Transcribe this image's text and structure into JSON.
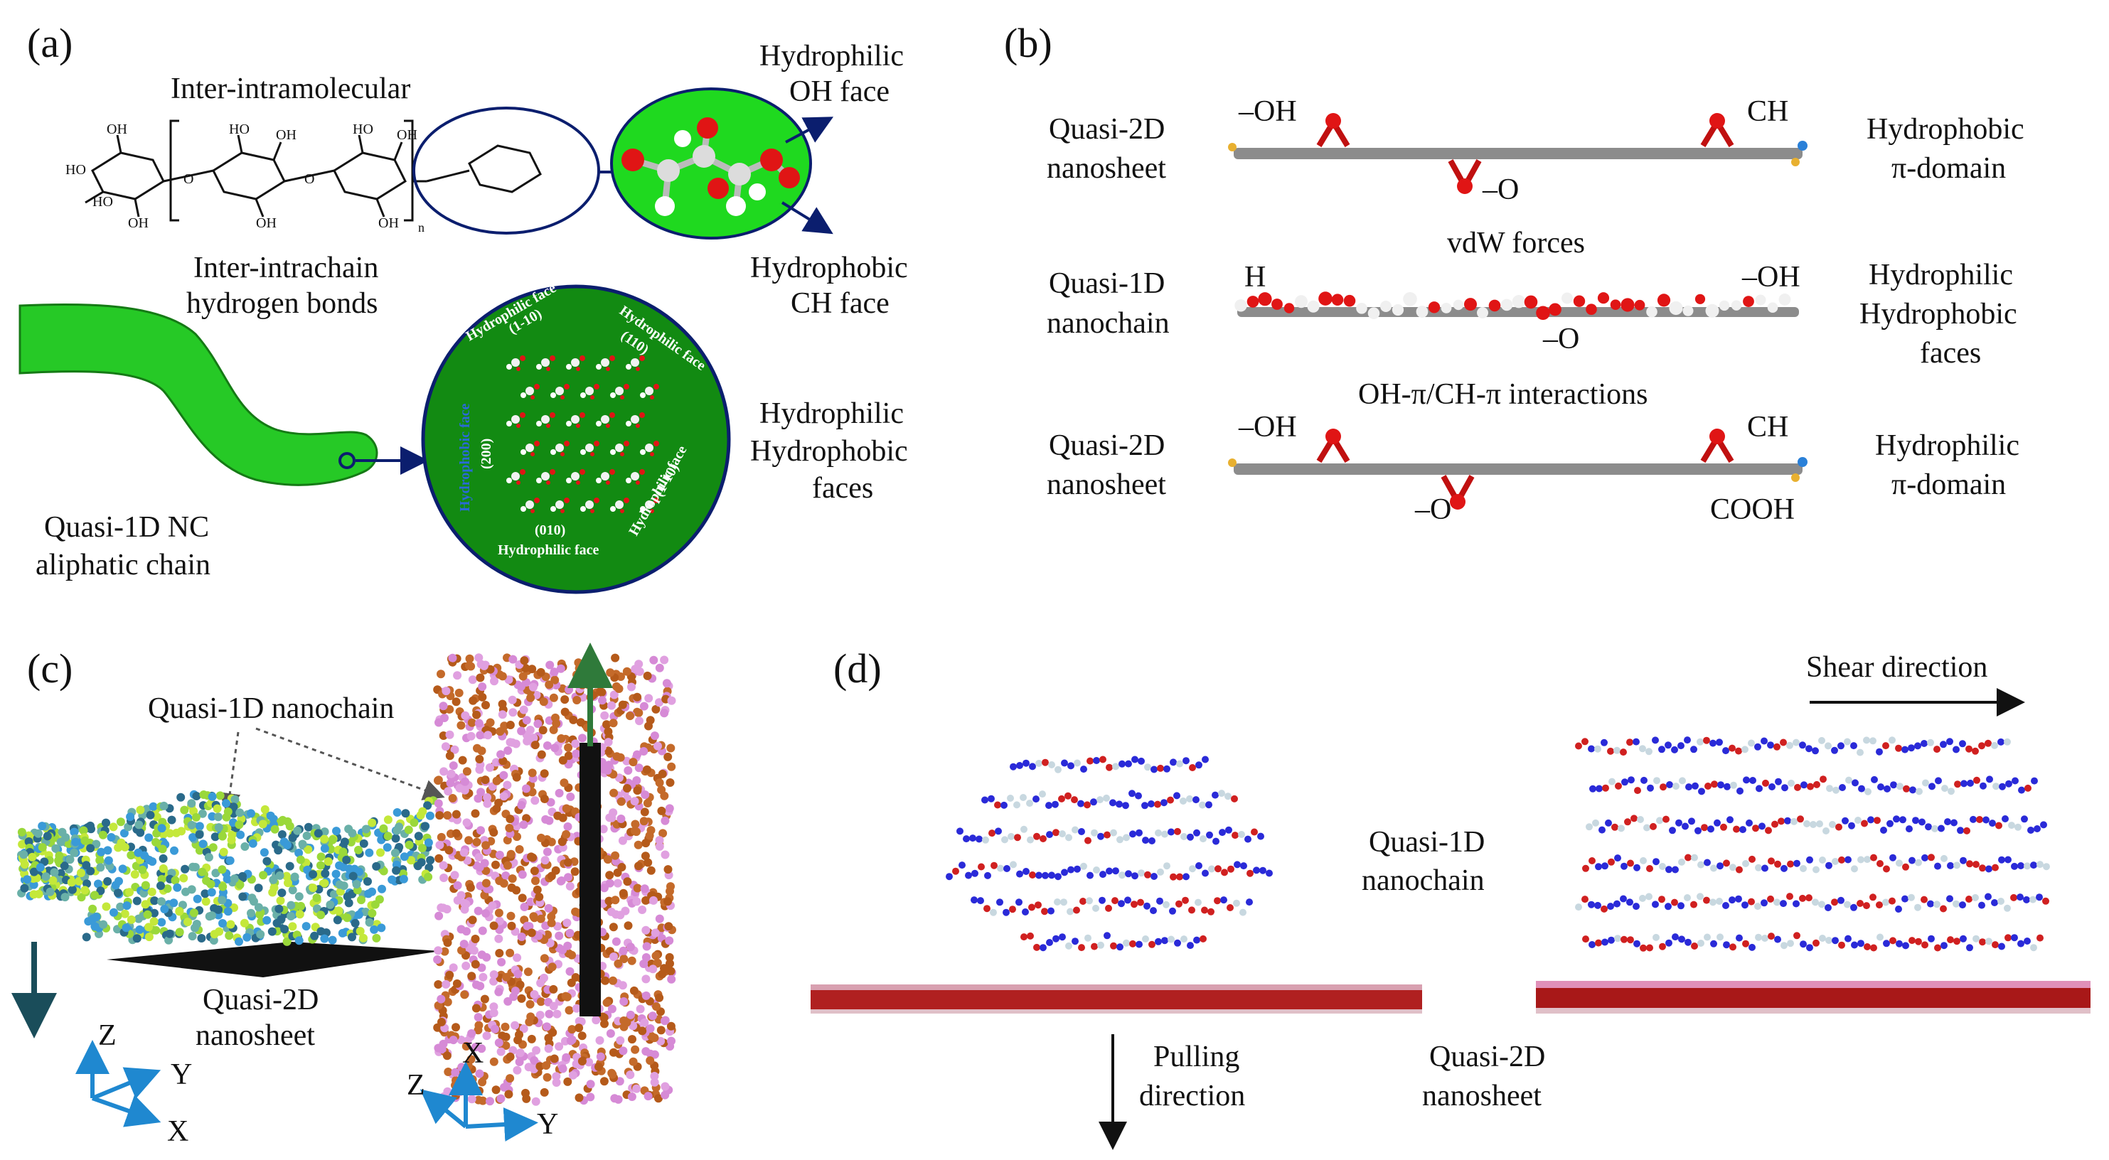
{
  "panels": {
    "a": {
      "letter": "(a)",
      "inter_intramolecular": "Inter-intramolecular",
      "hydrophilic_oh_1": "Hydrophilic",
      "hydrophilic_oh_2": "OH face",
      "hydrophobic_ch_1": "Hydrophobic",
      "hydrophobic_ch_2": "CH face",
      "interchain_1": "Inter-intrachain",
      "interchain_2": "hydrogen bonds",
      "faces_1": "Hydrophilic",
      "faces_2": "Hydrophobic",
      "faces_3": "faces",
      "nc_1": "Quasi-1D NC",
      "nc_2": "aliphatic chain",
      "subscript_n": "n",
      "oh_label": "OH",
      "ho_label": "HO",
      "o_label": "O",
      "crystal": {
        "top_face": "Hydrophilic face",
        "top_idx": "(1-10)",
        "right_top_face": "Hydrophilic face",
        "right_top_idx": "(110)",
        "left_face": "Hydrophobic face",
        "left_idx": "(200)",
        "right_bot_face": "Hydrophilic face",
        "right_bot_idx": "(1-10)",
        "bottom_face": "Hydrophilic face",
        "bottom_idx": "(010)"
      }
    },
    "b": {
      "letter": "(b)",
      "row1_left_1": "Quasi-2D",
      "row1_left_2": "nanosheet",
      "row1_right_1": "Hydrophobic",
      "row1_right_2": "π-domain",
      "row1_oh": "–OH",
      "row1_ch": "CH",
      "row1_o": "–O",
      "vdw": "vdW forces",
      "row2_left_1": "Quasi-1D",
      "row2_left_2": "nanochain",
      "row2_h": "H",
      "row2_oh": "–OH",
      "row2_o": "–O",
      "row2_right_1": "Hydrophilic",
      "row2_right_2": "Hydrophobic",
      "row2_right_3": "faces",
      "interactions": "OH-π/CH-π interactions",
      "row3_left_1": "Quasi-2D",
      "row3_left_2": "nanosheet",
      "row3_oh": "–OH",
      "row3_ch": "CH",
      "row3_o": "–O",
      "row3_cooh": "COOH",
      "row3_right_1": "Hydrophilic",
      "row3_right_2": "π-domain"
    },
    "c": {
      "letter": "(c)",
      "nanochain": "Quasi-1D nanochain",
      "sheet_1": "Quasi-2D",
      "sheet_2": "nanosheet",
      "axes1": {
        "z": "Z",
        "y": "Y",
        "x": "X"
      },
      "axes2": {
        "x": "X",
        "z": "Z",
        "y": "Y"
      }
    },
    "d": {
      "letter": "(d)",
      "shear": "Shear direction",
      "nanochain_1": "Quasi-1D",
      "nanochain_2": "nanochain",
      "pulling_1": "Pulling",
      "pulling_2": "direction",
      "sheet_1": "Quasi-2D",
      "sheet_2": "nanosheet"
    }
  },
  "colors": {
    "green": "#1fd91f",
    "navy": "#0b1e6e",
    "red_atom": "#e01515",
    "gray_sheet": "#8c8c8c",
    "blue_atom": "#2a2ad8",
    "orange_atom": "#c46a2a",
    "pink_atom": "#d68ad6",
    "axis_blue": "#1f88d0"
  }
}
